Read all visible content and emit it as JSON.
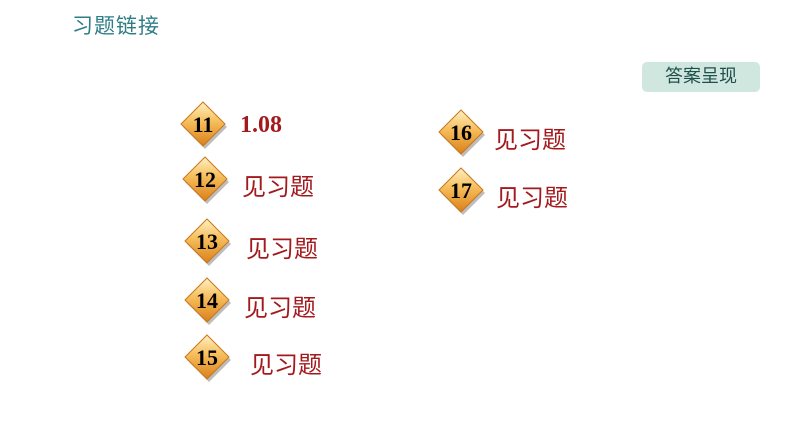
{
  "header": {
    "title": "习题链接"
  },
  "toolbar": {
    "answer_label": "答案呈现"
  },
  "items": [
    {
      "number": "11",
      "text": "1.08"
    },
    {
      "number": "12",
      "text": "见习题"
    },
    {
      "number": "13",
      "text": "见习题"
    },
    {
      "number": "14",
      "text": "见习题"
    },
    {
      "number": "15",
      "text": "见习题"
    },
    {
      "number": "16",
      "text": "见习题"
    },
    {
      "number": "17",
      "text": "见习题"
    }
  ],
  "colors": {
    "title": "#2e7d86",
    "badge_top": "#fde3a0",
    "badge_bottom": "#e69423",
    "answer_text": "#a31a1e",
    "button_bg": "#cfe7df"
  }
}
